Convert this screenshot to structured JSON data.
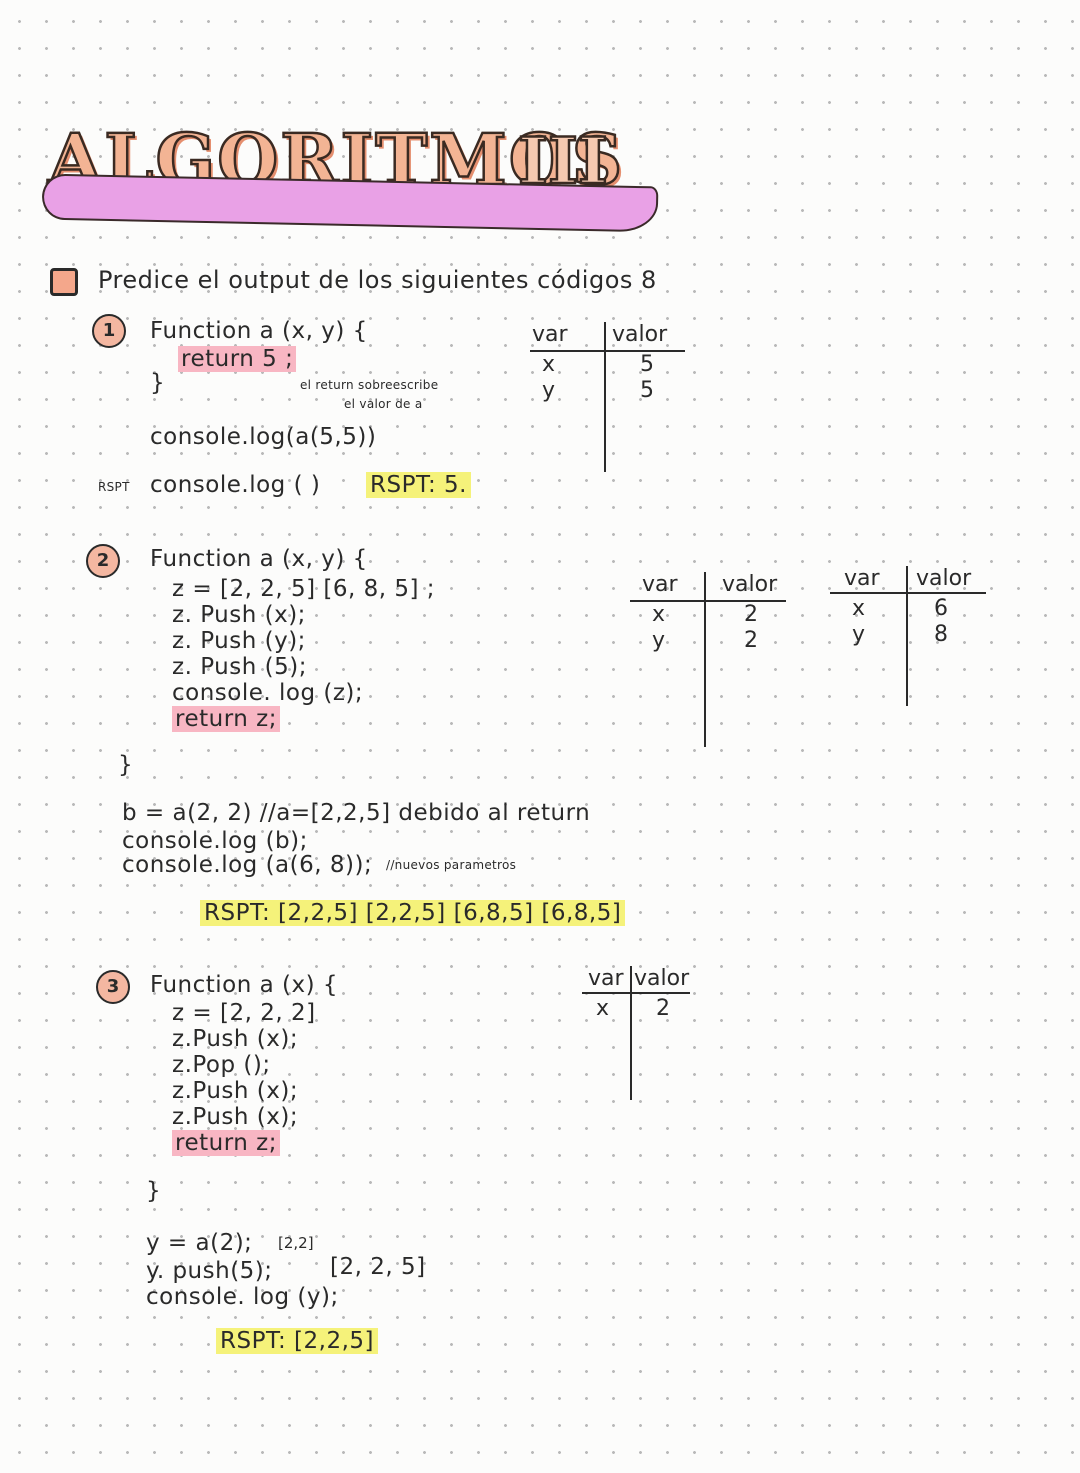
{
  "title": {
    "main": "ALGORITMOS",
    "roman": "III"
  },
  "prompt": "Predice el output de los siguientes códigos 8",
  "ex1": {
    "num": "1",
    "line1": "Function a (x, y) {",
    "line2": "return 5 ;",
    "line3": "}",
    "note1": "el return sobreescribe",
    "note2": "el valor de a",
    "line4": "console.log(a(5,5))",
    "rspt_label": "RSPT",
    "line5": "console.log ( )",
    "answer": "RSPT: 5.",
    "table": {
      "h1": "var",
      "h2": "valor",
      "rows": [
        [
          "x",
          "5"
        ],
        [
          "y",
          "5"
        ]
      ]
    }
  },
  "ex2": {
    "num": "2",
    "line1": "Function a (x, y) {",
    "line2": "z = [2, 2, 5] [6, 8, 5] ;",
    "line3": "z. Push (x);",
    "line4": "z. Push (y);",
    "line5": "z. Push (5);",
    "line6": "console. log (z);",
    "line7": "return z;",
    "close": "}",
    "line8": "b = a(2, 2)  //a=[2,2,5] debido al return",
    "line9": "console.log (b);",
    "line10": "console.log (a(6, 8));",
    "note": "//nuevos parametros",
    "answer": "RSPT: [2,2,5] [2,2,5] [6,8,5] [6,8,5]",
    "table1": {
      "h1": "var",
      "h2": "valor",
      "rows": [
        [
          "x",
          "2"
        ],
        [
          "y",
          "2"
        ]
      ]
    },
    "table2": {
      "h1": "var",
      "h2": "valor",
      "rows": [
        [
          "x",
          "6"
        ],
        [
          "y",
          "8"
        ]
      ]
    }
  },
  "ex3": {
    "num": "3",
    "line1": "Function a (x) {",
    "line2": "z = [2, 2, 2]",
    "line3": "z.Push (x);",
    "line4": "z.Pop ();",
    "line5": "z.Push (x);",
    "line6": "z.Push (x);",
    "line7": "return z;",
    "close": "}",
    "line8": "y = a(2);",
    "aside1": "[2,2]",
    "line9": "y. push(5);",
    "aside2": "[2, 2, 5]",
    "line10": "console. log (y);",
    "answer": "RSPT: [2,2,5]",
    "table": {
      "h1": "var",
      "h2": "valor",
      "rows": [
        [
          "x",
          "2"
        ]
      ]
    }
  },
  "colors": {
    "yellow": "#f5f27a",
    "green": "#a8ecd7",
    "pink": "#f0b3ea",
    "salmon": "#f4b7a1"
  }
}
